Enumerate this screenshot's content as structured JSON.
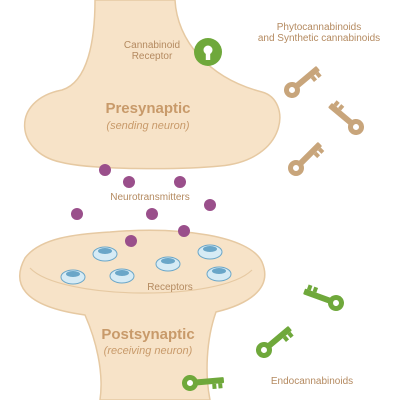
{
  "colors": {
    "neuron_fill": "#f7e3c8",
    "neuron_stroke": "#e6c9a2",
    "label_text": "#b48a60",
    "title_text": "#c89a6a",
    "neurotransmitter": "#9a4f8b",
    "receptor_fill": "#d6ebf5",
    "receptor_dark": "#6aa6c8",
    "phyto_key": "#c8a57b",
    "endo_key": "#6fa83b"
  },
  "labels": {
    "cannabinoid_receptor": [
      "Cannabinoid",
      "Receptor"
    ],
    "phyto_synthetic": [
      "Phytocannabinoids",
      "and Synthetic cannabinoids"
    ],
    "presynaptic_title": "Presynaptic",
    "presynaptic_sub": "(sending neuron)",
    "neurotransmitters": "Neurotransmitters",
    "receptors": "Receptors",
    "postsynaptic_title": "Postsynaptic",
    "postsynaptic_sub": "(receiving neuron)",
    "endocannabinoids": "Endocannabinoids"
  },
  "icons": {
    "receptor_lock": "keyhole-lock-icon",
    "phyto_key": "key-icon",
    "endo_key": "key-icon"
  }
}
